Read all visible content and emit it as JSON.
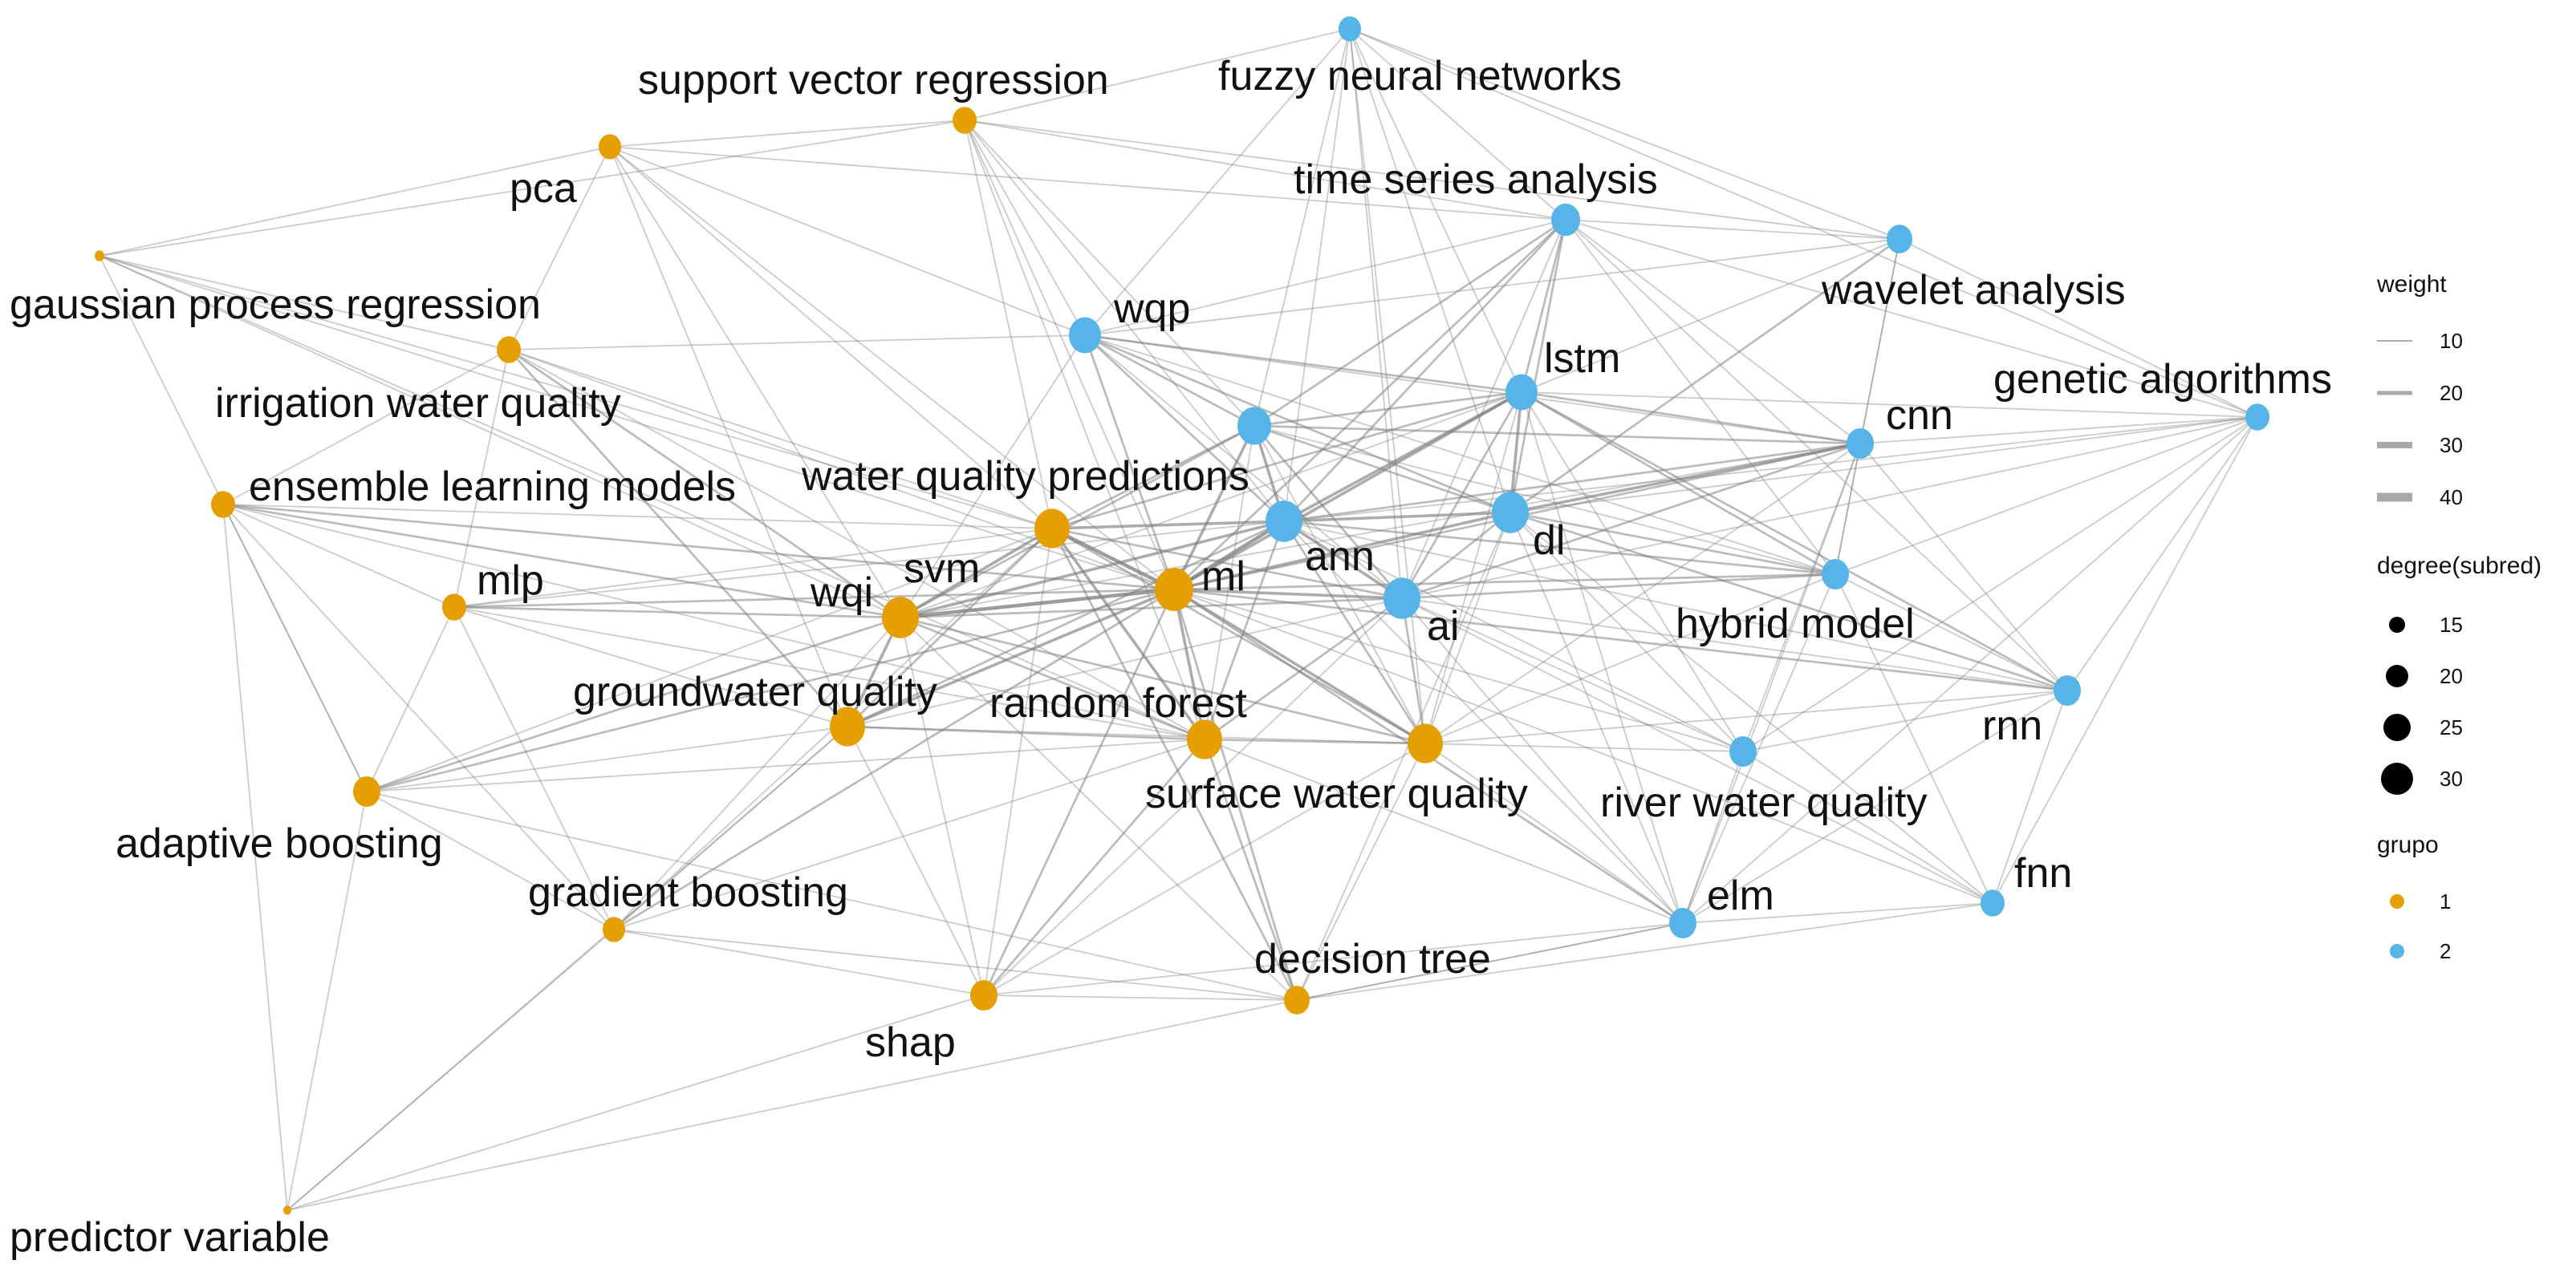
{
  "colors": {
    "group_1": "#E69F00",
    "group_2": "#56B4E9",
    "edge": "#7d7d7d",
    "legend_edge": "#a9a9a9",
    "legend_dot": "#000000"
  },
  "nodes": [
    {
      "id": "fuzzy_neural_networks",
      "label": "fuzzy neural networks",
      "group": 2
    },
    {
      "id": "support_vector_regression",
      "label": "support vector regression",
      "group": 1
    },
    {
      "id": "pca",
      "label": "pca",
      "group": 1
    },
    {
      "id": "time_series_analysis",
      "label": "time series analysis",
      "group": 2
    },
    {
      "id": "gaussian_process_regression",
      "label": "gaussian process regression",
      "group": 1
    },
    {
      "id": "wavelet_analysis",
      "label": "wavelet analysis",
      "group": 2
    },
    {
      "id": "wqp",
      "label": "wqp",
      "group": 2
    },
    {
      "id": "irrigation_water_quality",
      "label": "irrigation water quality",
      "group": 1
    },
    {
      "id": "lstm",
      "label": "lstm",
      "group": 2
    },
    {
      "id": "genetic_algorithms",
      "label": "genetic algorithms",
      "group": 2
    },
    {
      "id": "water_quality_predictions",
      "label": "water quality predictions",
      "group": 2
    },
    {
      "id": "cnn",
      "label": "cnn",
      "group": 2
    },
    {
      "id": "ensemble_learning_models",
      "label": "ensemble learning models",
      "group": 1
    },
    {
      "id": "svm",
      "label": "svm",
      "group": 1
    },
    {
      "id": "ann",
      "label": "ann",
      "group": 2
    },
    {
      "id": "dl",
      "label": "dl",
      "group": 2
    },
    {
      "id": "mlp",
      "label": "mlp",
      "group": 1
    },
    {
      "id": "wqi",
      "label": "wqi",
      "group": 1
    },
    {
      "id": "ml",
      "label": "ml",
      "group": 1
    },
    {
      "id": "ai",
      "label": "ai",
      "group": 2
    },
    {
      "id": "hybrid_model",
      "label": "hybrid model",
      "group": 2
    },
    {
      "id": "groundwater_quality",
      "label": "groundwater quality",
      "group": 1
    },
    {
      "id": "random_forest",
      "label": "random forest",
      "group": 1
    },
    {
      "id": "rnn",
      "label": "rnn",
      "group": 2
    },
    {
      "id": "surface_water_quality",
      "label": "surface water quality",
      "group": 1
    },
    {
      "id": "river_water_quality",
      "label": "river water quality",
      "group": 2
    },
    {
      "id": "adaptive_boosting",
      "label": "adaptive boosting",
      "group": 1
    },
    {
      "id": "gradient_boosting",
      "label": "gradient boosting",
      "group": 1
    },
    {
      "id": "elm",
      "label": "elm",
      "group": 2
    },
    {
      "id": "fnn",
      "label": "fnn",
      "group": 2
    },
    {
      "id": "decision_tree",
      "label": "decision tree",
      "group": 1
    },
    {
      "id": "shap",
      "label": "shap",
      "group": 1
    },
    {
      "id": "predictor_variable",
      "label": "predictor variable",
      "group": 1
    }
  ],
  "legend": {
    "weight": {
      "title": "weight",
      "items": [
        "10",
        "20",
        "30",
        "40"
      ]
    },
    "degree": {
      "title": "degree(subred)",
      "items": [
        "15",
        "20",
        "25",
        "30"
      ]
    },
    "group": {
      "title": "grupo",
      "items": [
        "1",
        "2"
      ]
    }
  }
}
